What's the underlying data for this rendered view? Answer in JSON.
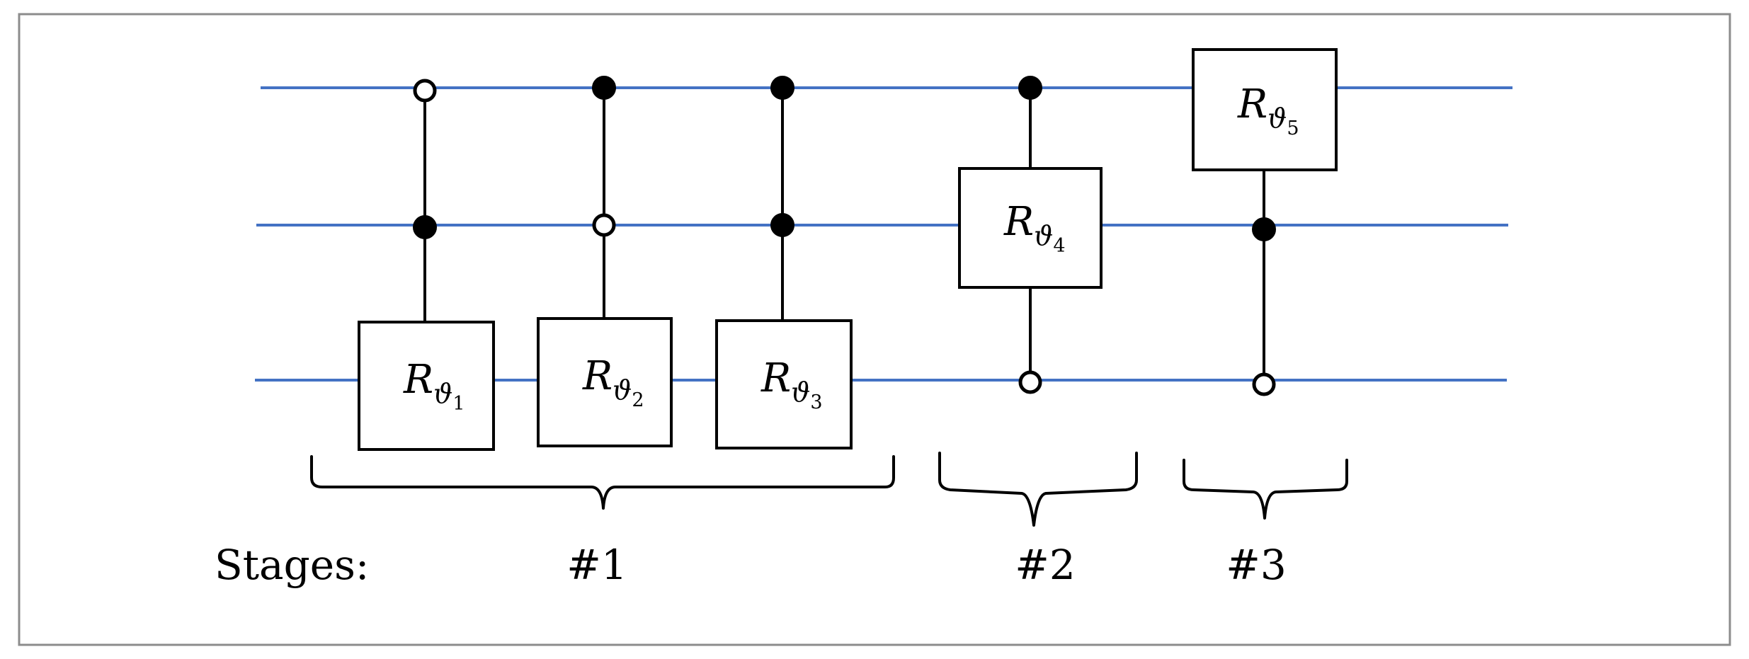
{
  "gates": [
    {
      "symbol": "R",
      "param": "ϑ",
      "index": "1"
    },
    {
      "symbol": "R",
      "param": "ϑ",
      "index": "2"
    },
    {
      "symbol": "R",
      "param": "ϑ",
      "index": "3"
    },
    {
      "symbol": "R",
      "param": "ϑ",
      "index": "4"
    },
    {
      "symbol": "R",
      "param": "ϑ",
      "index": "5"
    }
  ],
  "stages": {
    "label": "Stages:",
    "items": [
      "#1",
      "#2",
      "#3"
    ]
  },
  "colors": {
    "wire": "#4472c4",
    "frame": "#8c8c8c",
    "ink": "#000000"
  }
}
